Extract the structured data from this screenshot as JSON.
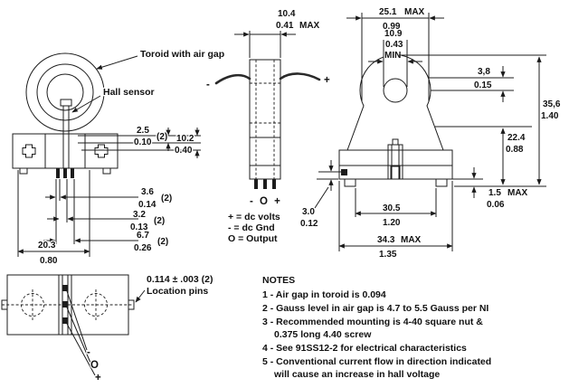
{
  "drawing": {
    "front_view": {
      "toroid_label": "Toroid with air gap",
      "hall_label": "Hall sensor"
    },
    "side_view": {
      "wire_minus": "-",
      "wire_plus": "+",
      "pin_row": "- O +",
      "legend_volts": "+ = dc volts",
      "legend_gnd": "- = dc Gnd",
      "legend_output": "O = Output"
    },
    "bottom_view": {
      "pin_dim": "0.114 ± .003 (2)",
      "pin_label": "Location pins",
      "lead_minus": "-",
      "lead_out": "O",
      "lead_plus": "+"
    },
    "dims": {
      "side_width": {
        "mm": "10.4",
        "in": "0.41",
        "suffix": "MAX"
      },
      "toroid_width": {
        "mm": "25.1",
        "in": "0.99",
        "suffix": "MAX"
      },
      "hole_width": {
        "mm": "10.9",
        "in": "0.43",
        "suffix": "MIN"
      },
      "top_band": {
        "mm": "3,8",
        "in": "0.15"
      },
      "overall_height": {
        "mm": "35,6",
        "in": "1.40"
      },
      "body_height": {
        "mm": "22.4",
        "in": "0.88"
      },
      "standoff": {
        "mm": "1.5",
        "in": "0.06",
        "suffix": "MAX"
      },
      "pin_height": {
        "mm": "3.0",
        "in": "0.12"
      },
      "foot_span": {
        "mm": "30.5",
        "in": "1.20"
      },
      "base_width": {
        "mm": "34.3",
        "in": "1.35",
        "suffix": "MAX"
      },
      "pin_pitch": {
        "mm": "2.5",
        "in": "0.10",
        "suffix": "(2)"
      },
      "pin_row_span": {
        "mm": "10.2",
        "in": "0.40"
      },
      "pin_width": {
        "mm": "3.6",
        "in": "0.14",
        "suffix": "(2)"
      },
      "pin_gap": {
        "mm": "3.2",
        "in": "0.13",
        "suffix": "(2)"
      },
      "pin_spread": {
        "mm": "6.7",
        "in": "0.26",
        "suffix": "(2)"
      },
      "edge_offset": {
        "mm": "20.3",
        "in": "0.80"
      }
    },
    "notes": {
      "title": "NOTES",
      "items": [
        "1 - Air gap in toroid is 0.094",
        "2 - Gauss level in air gap is 4.7 to 5.5 Gauss per NI",
        "3 - Recommended mounting is 4-40 square nut &",
        "0.375 long 4.40 screw",
        "4 - See 91SS12-2 for electrical characteristics",
        "5 - Conventional current flow in direction indicated",
        "will cause an increase in hall voltage"
      ]
    }
  }
}
